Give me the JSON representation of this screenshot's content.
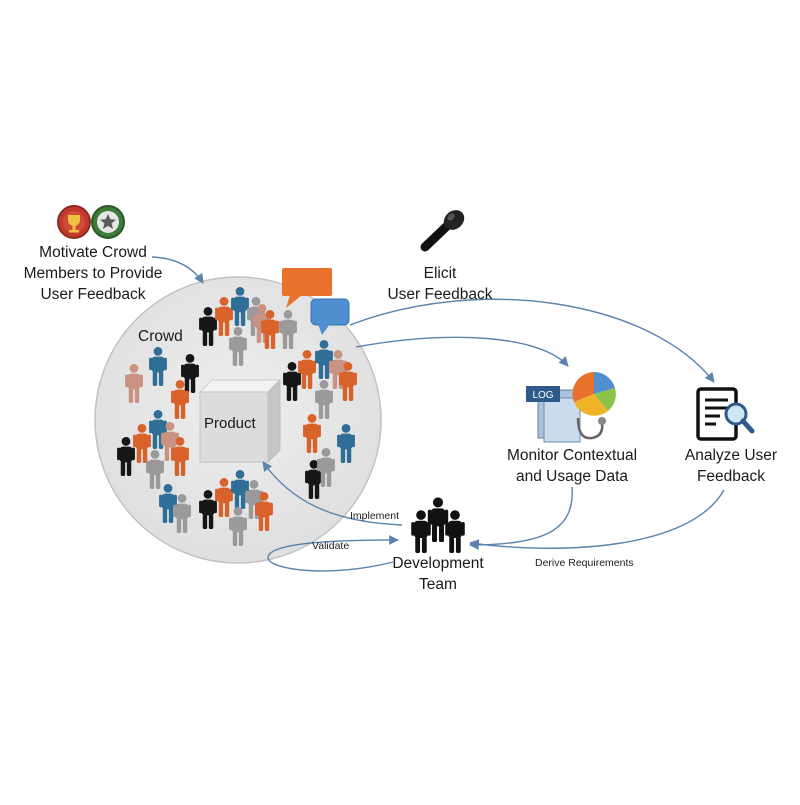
{
  "colors": {
    "arrow": "#5b83ad",
    "crowd_fill": "#e6e6e6",
    "crowd_stroke": "#b5b5b5",
    "person_orange": "#d8622a",
    "person_blue": "#2f6e96",
    "person_gray": "#9a9a9a",
    "person_black": "#161616",
    "person_pink": "#c99282",
    "bubble_orange": "#e8722b",
    "bubble_blue": "#4f8fcf",
    "badge_red": "#c0392b",
    "badge_green": "#3e7a3a"
  },
  "labels": {
    "motivate_line1": "Motivate Crowd",
    "motivate_line2": "Members to Provide",
    "motivate_line3": "User Feedback",
    "elicit_line1": "Elicit",
    "elicit_line2": "User Feedback",
    "crowd": "Crowd",
    "product": "Product",
    "monitor_line1": "Monitor Contextual",
    "monitor_line2": "and Usage Data",
    "analyze_line1": "Analyze User",
    "analyze_line2": "Feedback",
    "dev_line1": "Development",
    "dev_line2": "Team",
    "implement": "Implement",
    "validate": "Validate",
    "derive": "Derive Requirements",
    "log": "LOG"
  },
  "icons": {
    "badges": "trophy-badge-icon and star-badge-icon",
    "microphone": "microphone-icon",
    "log_chart": "log-document-pie-chart-icon",
    "analyze": "document-magnifier-icon",
    "team": "team-people-icon"
  }
}
